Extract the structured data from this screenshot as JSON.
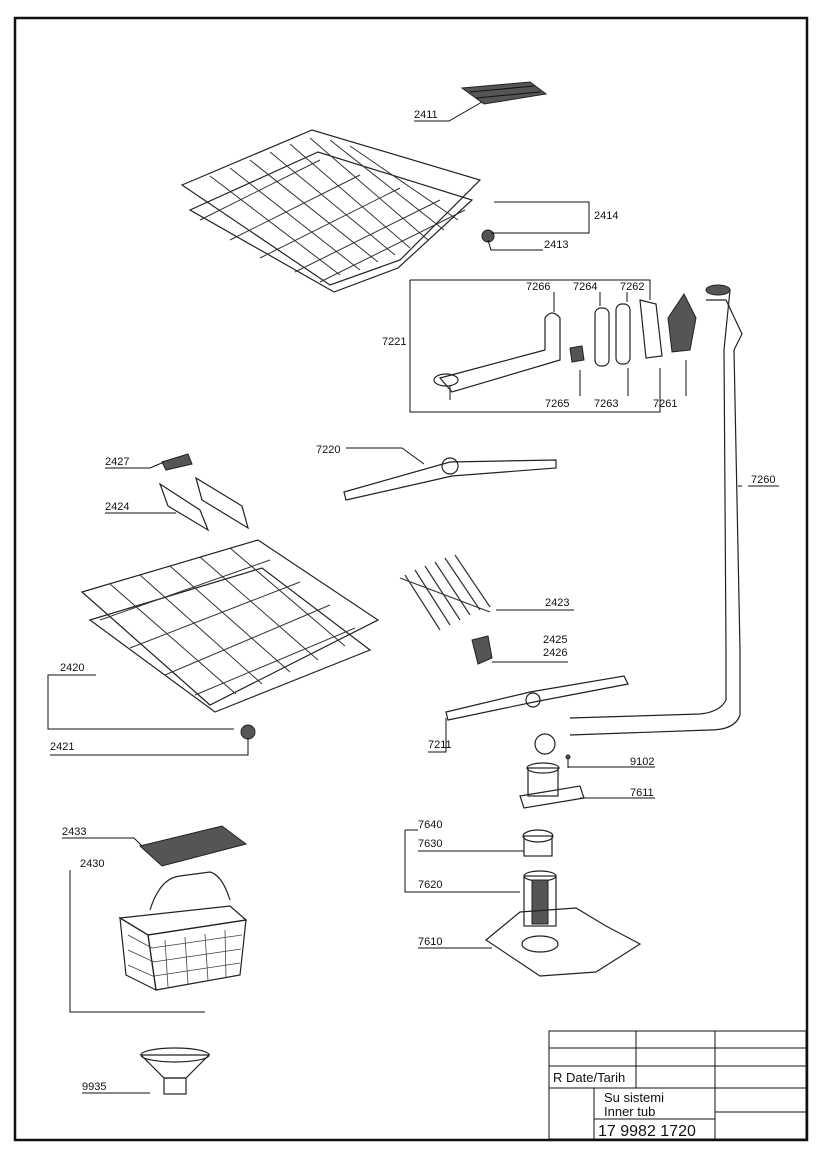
{
  "labels": {
    "p2411": "2411",
    "p2414": "2414",
    "p2413": "2413",
    "p7266": "7266",
    "p7264": "7264",
    "p7262": "7262",
    "p7221": "7221",
    "p7265": "7265",
    "p7263": "7263",
    "p7261": "7261",
    "p7220": "7220",
    "p7260": "7260",
    "p2427": "2427",
    "p2424": "2424",
    "p2423": "2423",
    "p2425": "2425",
    "p2426": "2426",
    "p2420": "2420",
    "p2421": "2421",
    "p7211": "7211",
    "p9102": "9102",
    "p7611": "7611",
    "p2433": "2433",
    "p2430": "2430",
    "p7640": "7640",
    "p7630": "7630",
    "p7620": "7620",
    "p7610": "7610",
    "p9935": "9935"
  },
  "title_block": {
    "revision_label": "R  Date/Tarih",
    "name_tr": "Su sistemi",
    "name_en": "Inner tub",
    "part_number": "17 9982 1720"
  }
}
